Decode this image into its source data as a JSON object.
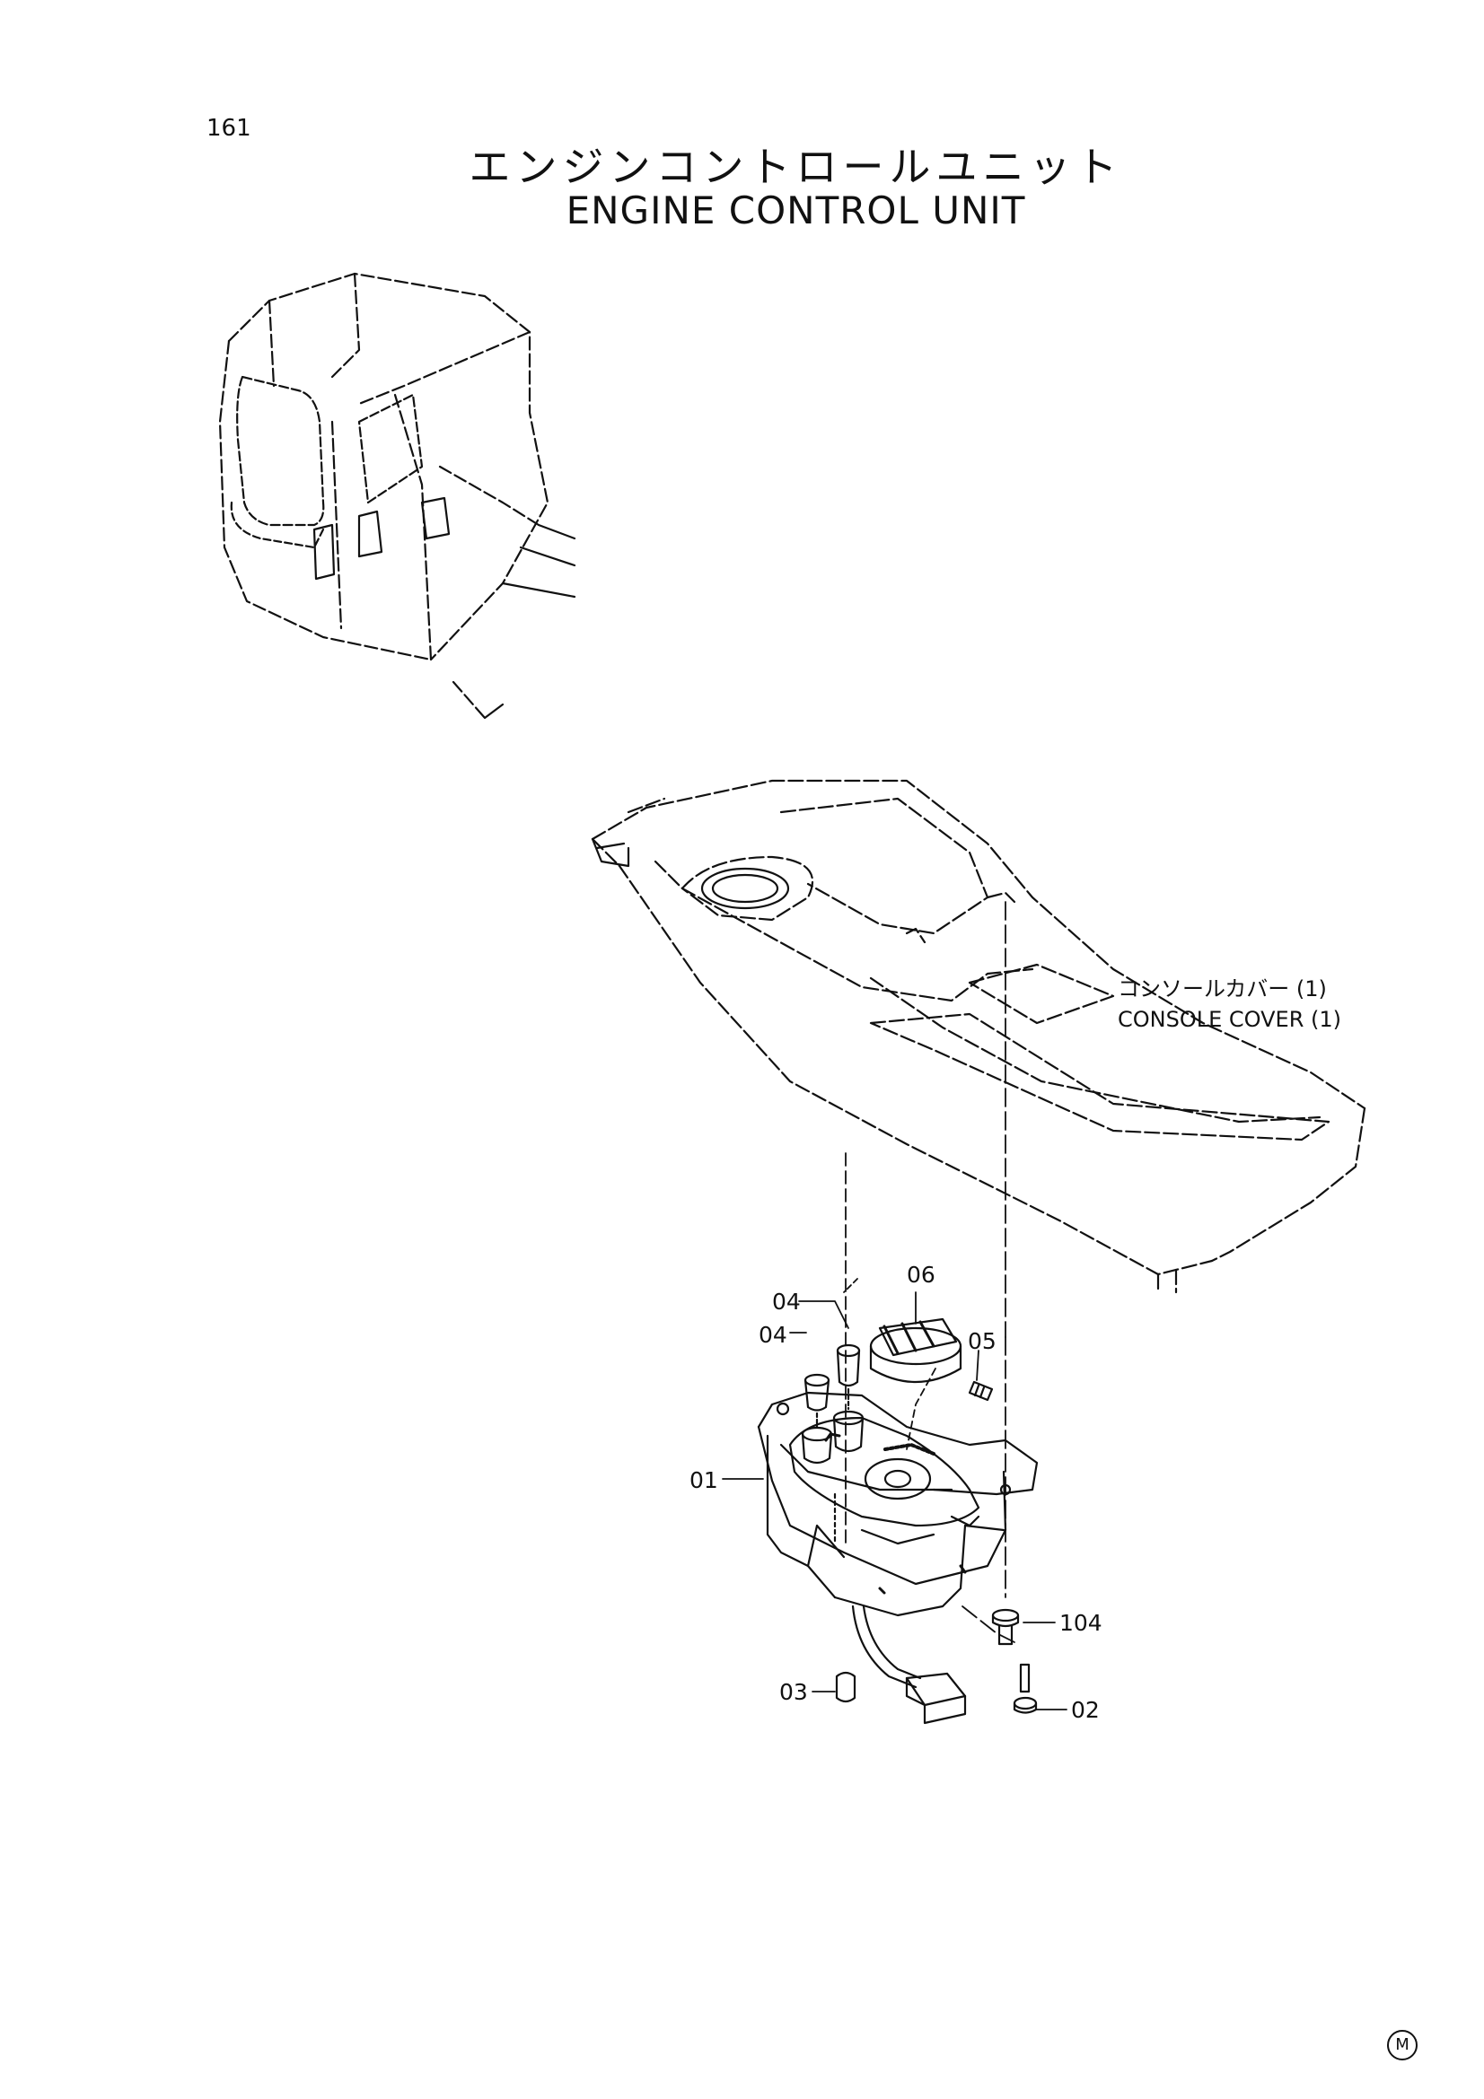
{
  "page_number": "161",
  "title_jp": "エンジンコントロールユニット",
  "title_en": "ENGINE CONTROL UNIT",
  "console_cover": {
    "label_jp": "コンソールカバー (1)",
    "label_en": "CONSOLE COVER (1)"
  },
  "callouts": {
    "c01": "01",
    "c02": "02",
    "c03": "03",
    "c04a": "04",
    "c04b": "04",
    "c05": "05",
    "c06": "06",
    "c104": "104"
  },
  "corner_mark": "M"
}
